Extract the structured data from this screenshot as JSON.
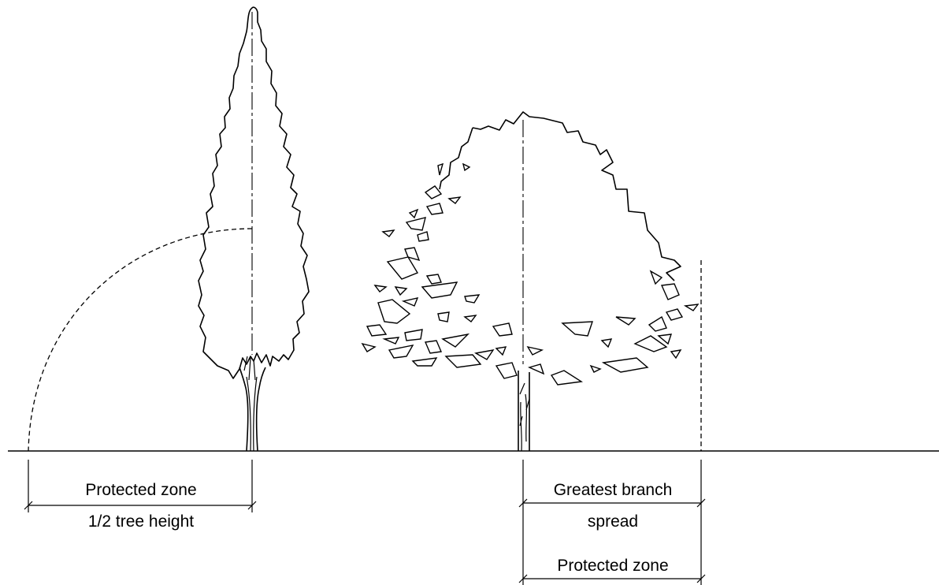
{
  "labels": {
    "left_protected_zone": "Protected zone",
    "left_half_height": "1/2 tree height",
    "right_greatest_branch": "Greatest branch",
    "right_spread": "spread",
    "right_protected_zone": "Protected zone"
  }
}
